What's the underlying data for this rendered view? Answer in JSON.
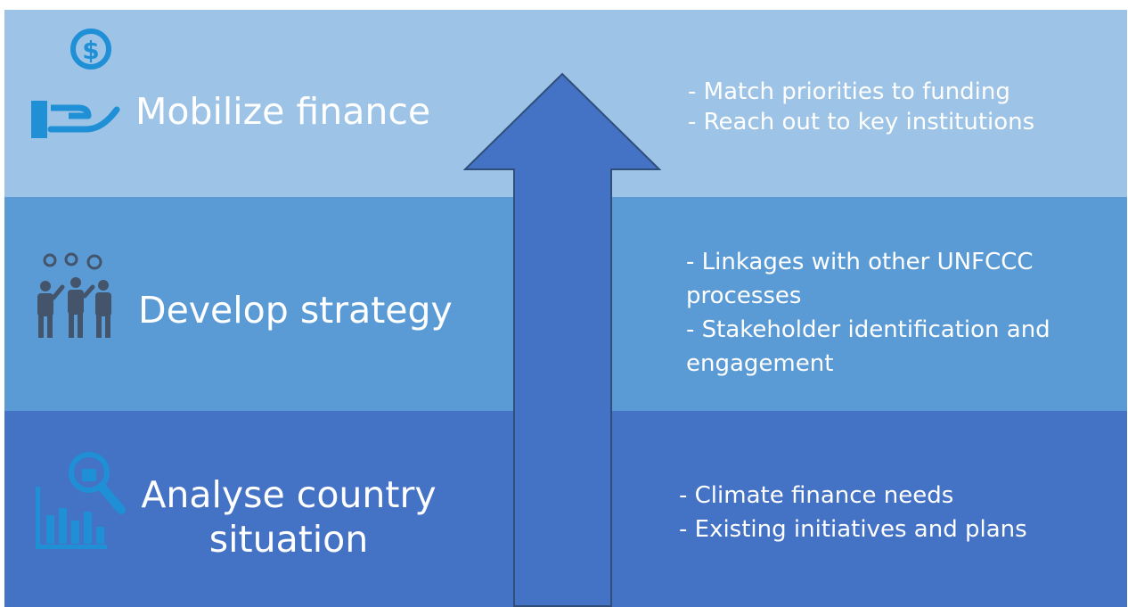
{
  "colors": {
    "band_top": "#9dc3e6",
    "band_middle": "#5b9bd5",
    "band_bottom": "#4472c4",
    "arrow_fill": "#4472c4",
    "arrow_stroke": "#2f4f7a",
    "icon_blue": "#1f8fd6",
    "icon_slate": "#44546a"
  },
  "stages": [
    {
      "title": "Mobilize finance",
      "icon": "hand-dollar-icon",
      "bullets": [
        "- Match priorities to funding",
        "- Reach out to key institutions"
      ]
    },
    {
      "title": "Develop strategy",
      "icon": "team-gears-icon",
      "bullets": [
        "- Linkages with other UNFCCC processes",
        "- Stakeholder identification and engagement"
      ]
    },
    {
      "title": "Analyse country situation",
      "icon": "analysis-chart-icon",
      "bullets": [
        "- Climate finance needs",
        "- Existing initiatives and plans"
      ]
    }
  ],
  "arrow": {
    "direction": "up",
    "label": ""
  }
}
